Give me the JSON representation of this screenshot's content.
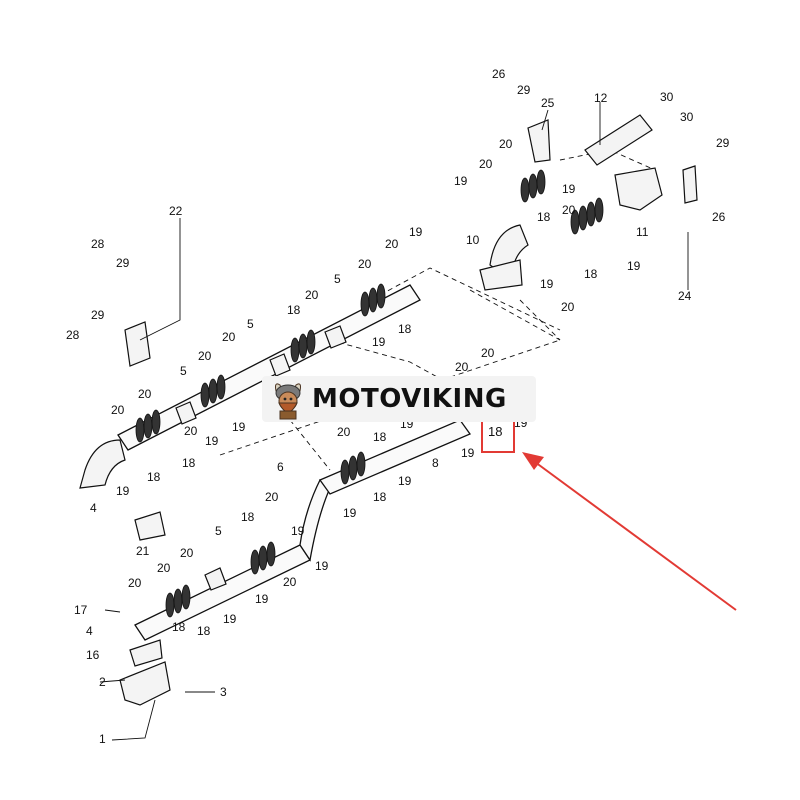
{
  "brand": {
    "name": "MOTOVIKING",
    "logo_icon": "viking-mascot-icon"
  },
  "callout": {
    "label": "18",
    "color": "#e23a34",
    "arrow_icon": "red-pointer-arrow-icon"
  },
  "part_numbers": [
    "26",
    "29",
    "25",
    "12",
    "30",
    "30",
    "29",
    "26",
    "20",
    "20",
    "19",
    "18",
    "19",
    "20",
    "10",
    "19",
    "18",
    "20",
    "19",
    "11",
    "24",
    "22",
    "28",
    "29",
    "28",
    "29",
    "20",
    "19",
    "5",
    "20",
    "18",
    "5",
    "20",
    "18",
    "19",
    "20",
    "5",
    "20",
    "19",
    "20",
    "20",
    "19",
    "18",
    "20",
    "18",
    "19",
    "4",
    "19",
    "18",
    "20",
    "20",
    "19",
    "8",
    "19",
    "18",
    "19",
    "6",
    "20",
    "19",
    "18",
    "20",
    "19",
    "21",
    "5",
    "20",
    "19",
    "18",
    "20",
    "20",
    "19",
    "18",
    "17",
    "4",
    "16",
    "2",
    "3",
    "1",
    "19",
    "20",
    "20"
  ],
  "colors": {
    "line": "#111111",
    "highlight": "#e23a34",
    "banner_bg": "#f3f3f3"
  }
}
